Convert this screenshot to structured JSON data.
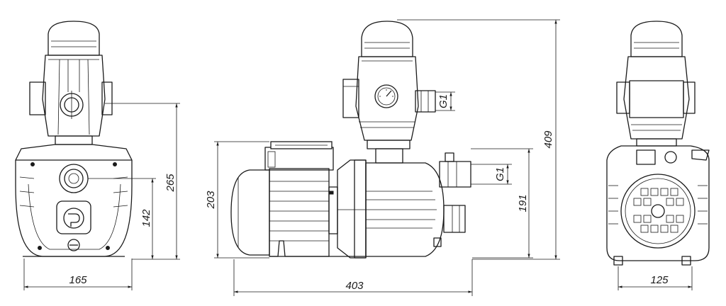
{
  "dimensions": {
    "front_width": "165",
    "front_height": "265",
    "front_axis_height": "142",
    "side_length": "403",
    "side_height_motor": "203",
    "side_outlet_height": "191",
    "total_height": "409",
    "rear_width": "125"
  },
  "threads": {
    "outlet_thread": "G1",
    "inlet_thread": "G1"
  }
}
